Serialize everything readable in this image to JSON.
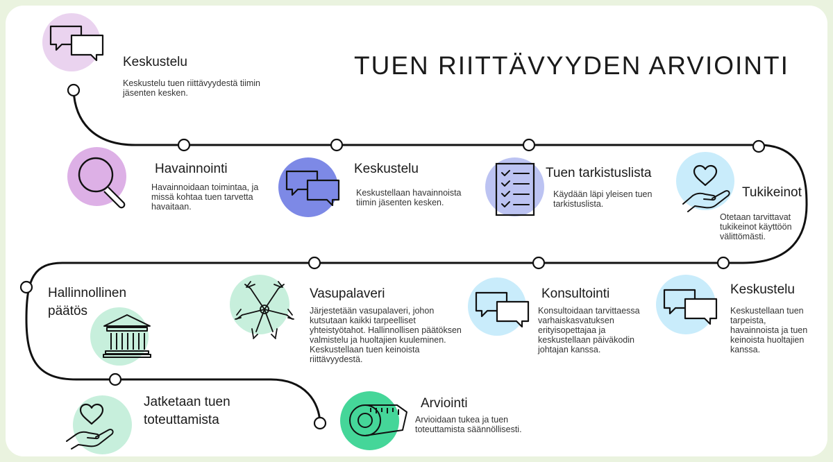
{
  "title": "TUEN RIITTÄVYYDEN ARVIOINTI",
  "colors": {
    "pink": "#ead3ef",
    "purple": "#ddb0e6",
    "blue": "#7d89e6",
    "lavender": "#bcc3f2",
    "lightblue": "#c9ecfb",
    "mint": "#c7efdc",
    "green": "#45d699"
  },
  "steps": [
    {
      "title": "Keskustelu",
      "desc": "Keskustelu tuen riittävyydestä tiimin jäsenten kesken.",
      "icon": "chat-bubbles-icon"
    },
    {
      "title": "Havainnointi",
      "desc": "Havainnoidaan toimintaa, ja missä kohtaa tuen tarvetta havaitaan.",
      "icon": "magnifier-icon"
    },
    {
      "title": "Keskustelu",
      "desc": "Keskustellaan havainnoista tiimin jäsenten kesken.",
      "icon": "chat-bubbles-icon"
    },
    {
      "title": "Tuen tarkistuslista",
      "desc": "Käydään läpi yleisen tuen tarkistuslista.",
      "icon": "checklist-icon"
    },
    {
      "title": "Tukikeinot",
      "desc": "Otetaan tarvittavat tukikeinot käyttöön välittömästi.",
      "icon": "heart-hand-icon"
    },
    {
      "title": "Keskustelu",
      "desc": "Keskustellaan tuen tarpeista, havainnoista ja tuen keinoista huoltajien kanssa.",
      "icon": "chat-bubbles-icon"
    },
    {
      "title": "Konsultointi",
      "desc": "Konsultoidaan tarvittaessa varhaiskasvatuksen erityisopettajaa ja keskustellaan päiväkodin johtajan kanssa.",
      "icon": "chat-bubbles-icon"
    },
    {
      "title": "Vasupalaveri",
      "desc": "Järjestetään vasupalaveri, johon kutsutaan kaikki tarpeelliset yhteistyötahot. Hallinnollisen päätöksen valmistelu ja huoltajien kuuleminen. Keskustellaan tuen keinoista riittävyydestä.",
      "icon": "hands-together-icon"
    },
    {
      "title": "Hallinnollinen päätös",
      "desc": "",
      "icon": "institution-building-icon"
    },
    {
      "title": "Jatketaan tuen toteuttamista",
      "desc": "",
      "icon": "heart-hand-icon"
    },
    {
      "title": "Arviointi",
      "desc": "Arvioidaan tukea ja tuen toteuttamista säännöllisesti.",
      "icon": "measuring-tape-icon"
    }
  ]
}
